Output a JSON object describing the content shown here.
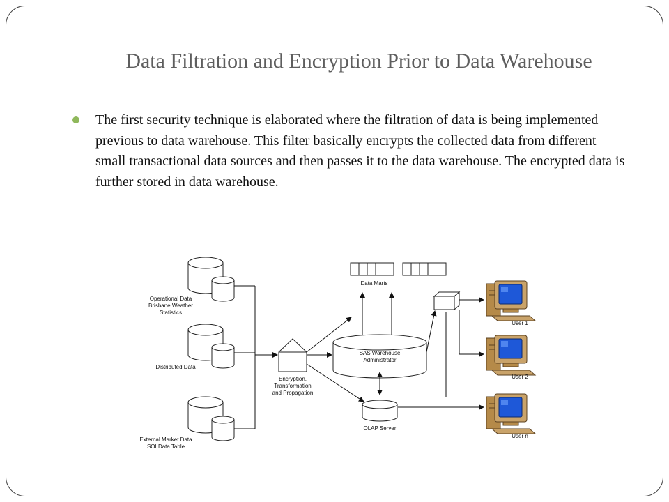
{
  "slide": {
    "title": "Data Filtration and Encryption Prior to Data Warehouse",
    "bullet": "The first security technique is elaborated where the filtration of data is being implemented previous to data warehouse. This filter basically encrypts the collected data from different small transactional data sources and then passes it to the data warehouse. The encrypted data is further stored in data warehouse.",
    "accent_color": "#8fb85b"
  },
  "diagram": {
    "sources": [
      {
        "lines": [
          "Operational Data",
          "Brisbane Weather",
          "Statistics"
        ]
      },
      {
        "lines": [
          "Distributed Data"
        ]
      },
      {
        "lines": [
          "External Market Data",
          "SOI Data Table"
        ]
      }
    ],
    "encryption_lines": [
      "Encryption,",
      "Transformation",
      "and Propagation"
    ],
    "data_marts": "Data Marts",
    "warehouse_lines": [
      "SAS Warehouse",
      "Administrator"
    ],
    "olap": "OLAP Server",
    "users": [
      "User 1",
      "User 2",
      "User n"
    ]
  }
}
